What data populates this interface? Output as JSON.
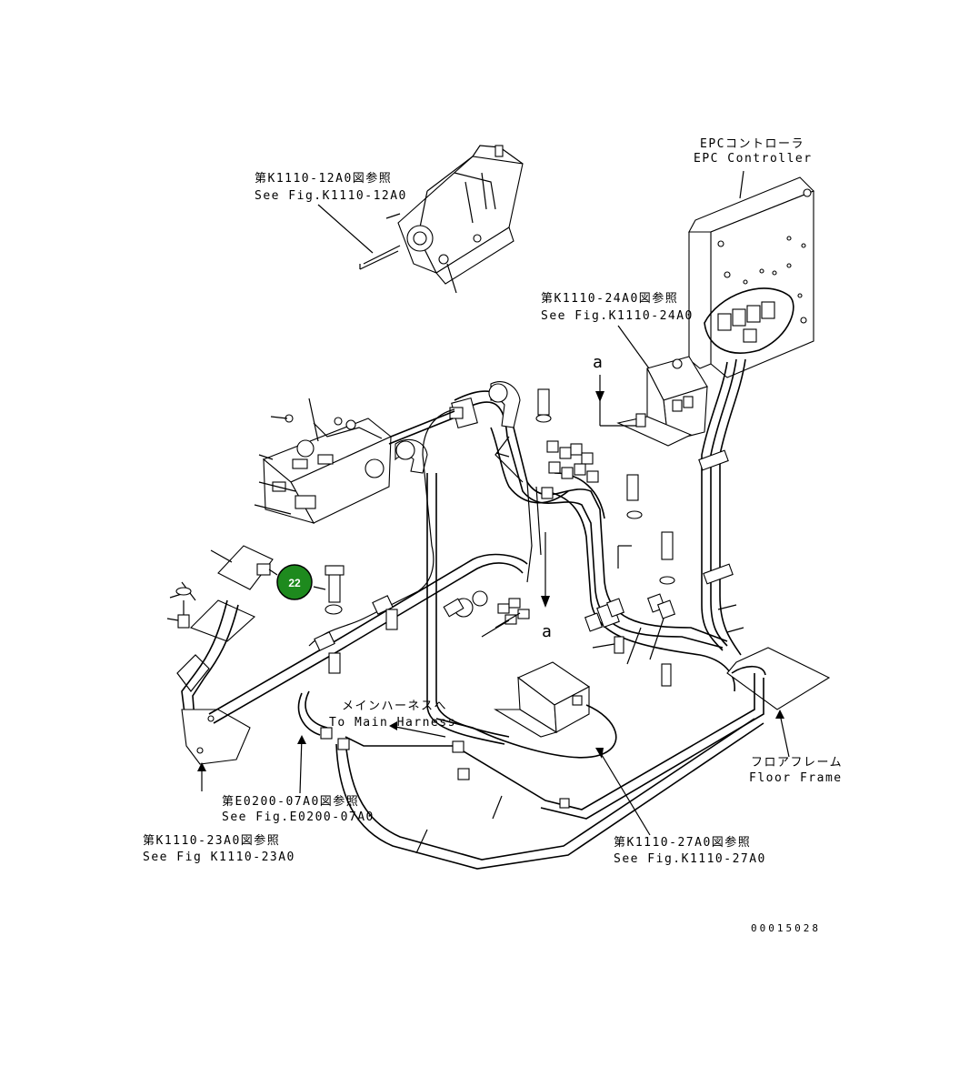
{
  "labels": {
    "epc_jp": "EPCコントローラ",
    "epc_en": "EPC Controller",
    "k12_jp": "第K1110-12A0図参照",
    "k12_en": "See Fig.K1110-12A0",
    "k24_jp": "第K1110-24A0図参照",
    "k24_en": "See Fig.K1110-24A0",
    "main_jp": "メインハーネスへ",
    "main_en": "To Main Harness",
    "floor_jp": "フロアフレーム",
    "floor_en": "Floor Frame",
    "e0200_jp": "第E0200-07A0図参照",
    "e0200_en": "See Fig.E0200-07A0",
    "k23_jp": "第K1110-23A0図参照",
    "k23_en": "See Fig K1110-23A0",
    "k27_jp": "第K1110-27A0図参照",
    "k27_en": "See Fig.K1110-27A0",
    "view_a_top": "a",
    "view_a_bottom": "a",
    "drawing_number": "00015028"
  },
  "callout": {
    "number": "22",
    "color": "#1e8a1e"
  }
}
